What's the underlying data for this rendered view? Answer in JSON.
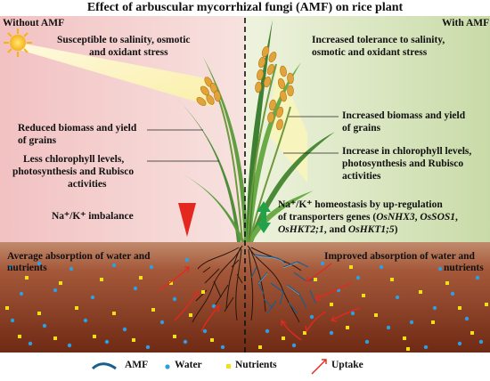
{
  "title": "Effect of arbuscular mycorrhizal fungi (AMF) on rice plant",
  "left": {
    "heading": "Without AMF",
    "stress": [
      "Susceptible to salinity, osmotic",
      "and oxidant stress"
    ],
    "biomass": [
      "Reduced biomass and yield",
      "of grains"
    ],
    "chlorophyll": [
      "Less chlorophyll levels,",
      "photosynthesis and Rubisco",
      "activities"
    ],
    "ion": "Na⁺/K⁺ imbalance",
    "absorption": [
      "Average absorption of water and",
      "nutrients"
    ]
  },
  "right": {
    "heading": "With AMF",
    "stress": [
      "Increased tolerance to salinity,",
      "osmotic and oxidant stress"
    ],
    "biomass": [
      "Increased biomass and yield",
      "of grains"
    ],
    "chlorophyll": [
      "Increase in chlorophyll levels,",
      "photosynthesis and Rubisco",
      "activities"
    ],
    "ion": {
      "line1": "Na⁺/K⁺ homeostasis by up-regulation",
      "line2_prefix": "of transporters genes (",
      "gene1": "OsNHX3",
      "sep1": ", ",
      "gene2": "OsSOS1",
      "line2_suffix": ",",
      "gene3": "OsHKT2;1",
      "sep2": ", and ",
      "gene4": "OsHKT1;5",
      "line3_suffix": ")"
    },
    "absorption": [
      "Improved absorption of water and",
      "nutrients"
    ]
  },
  "legend": {
    "amf": "AMF",
    "water": "Water",
    "nutrients": "Nutrients",
    "uptake": "Uptake"
  },
  "colors": {
    "left_bg": "#f4cccc",
    "right_bg": "#dfeac7",
    "soil": "#8c3a1e",
    "water": "#2f9fe0",
    "nutrient": "#f3e018",
    "uptake": "#e5281f",
    "amf": "#1a5f8c",
    "down_arrow": "#e5281f",
    "updown_arrow": "#21a24a",
    "sun": "#f9c81a"
  }
}
